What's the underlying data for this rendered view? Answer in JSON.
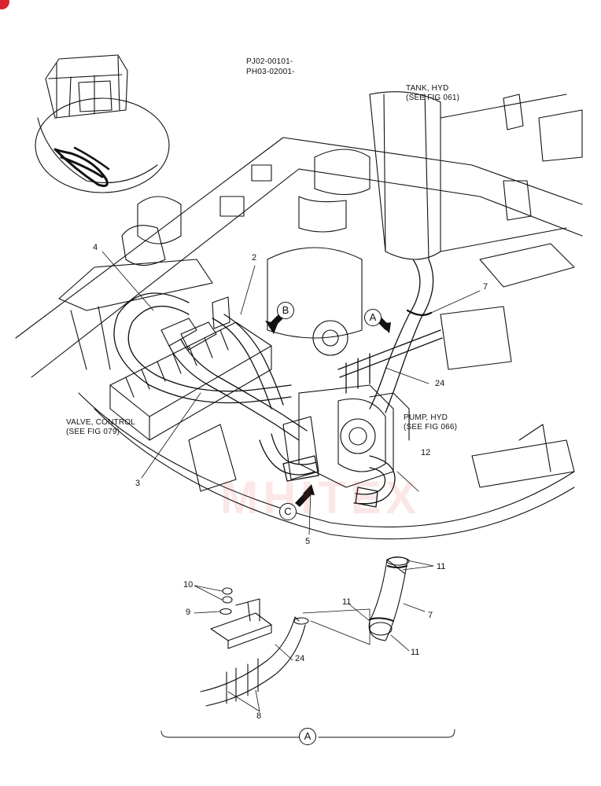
{
  "header": {
    "code_line1": "PJ02-00101-",
    "code_line2": "PH03-02001-"
  },
  "labels": {
    "tank_line1": "TANK, HYD",
    "tank_line2": "(SEE FIG 061)",
    "valve_line1": "VALVE, CONTROL",
    "valve_line2": "(SEE FIG 079)",
    "pump_line1": "PUMP, HYD",
    "pump_line2": "(SEE FIG 066)"
  },
  "views": {
    "a": "A",
    "b": "B",
    "c": "C",
    "detail_a": "A"
  },
  "callouts": {
    "p2": "2",
    "p3": "3",
    "p4": "4",
    "p5": "5",
    "p7_main": "7",
    "p12": "12",
    "p24_main": "24",
    "p7_detail": "7",
    "p8": "8",
    "p9": "9",
    "p10": "10",
    "p11_top": "11",
    "p11_left": "11",
    "p11_bottom": "11",
    "p24_detail": "24"
  },
  "watermark": {
    "text": "MHITEX"
  },
  "colors": {
    "line": "#111111",
    "watermark": "#e04848",
    "corner_mark": "#d9232e"
  }
}
